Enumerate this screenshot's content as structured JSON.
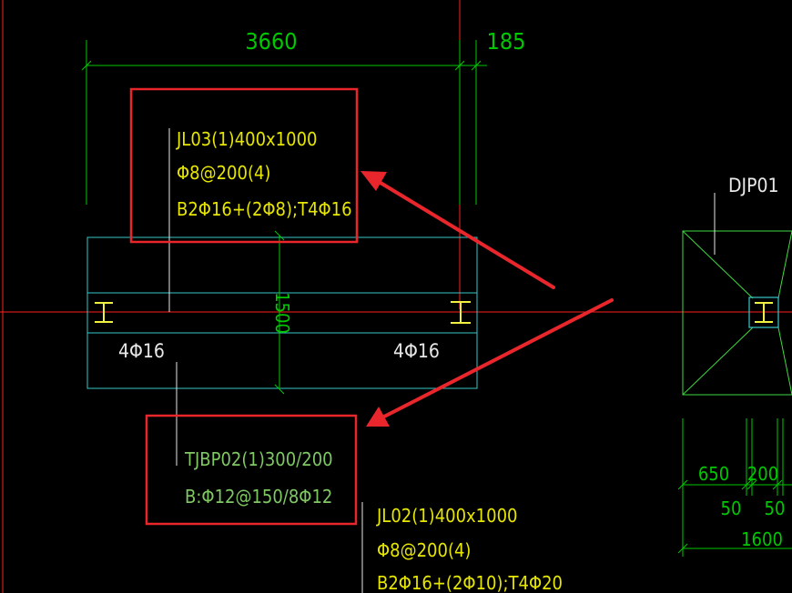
{
  "colors": {
    "background": "#000000",
    "dimension": "#00c800",
    "annotation_yellow": "#e6e600",
    "annotation_green": "#7fc864",
    "axis_red": "#ff2020",
    "outline_cyan": "#38c8c8",
    "highlight_red": "#e8262c",
    "column_yellow": "#f0f040",
    "foundation_green": "#40d840",
    "white_text": "#e8e8e8"
  },
  "dimensions": {
    "top_span": "3660",
    "top_offset": "185",
    "beam_depth": "1500",
    "found_a": "650",
    "found_b": "200",
    "found_c": "50",
    "found_d": "50",
    "found_total": "1600"
  },
  "beam_jl03": {
    "line1": "JL03(1)400x1000",
    "line2": "Φ8@200(4)",
    "line3": "B2Φ16+(2Φ8);T4Φ16"
  },
  "rebar_labels": {
    "left": "4Φ16",
    "right": "4Φ16"
  },
  "beam_tjbp02": {
    "line1": "TJBP02(1)300/200",
    "line2": "B:Φ12@150/8Φ12"
  },
  "beam_jl02": {
    "line1": "JL02(1)400x1000",
    "line2": "Φ8@200(4)",
    "line3": "B2Φ16+(2Φ10);T4Φ20"
  },
  "foundation": {
    "label": "DJP01"
  },
  "icons": {
    "column_symbol": "steel-column-i-section-icon"
  }
}
